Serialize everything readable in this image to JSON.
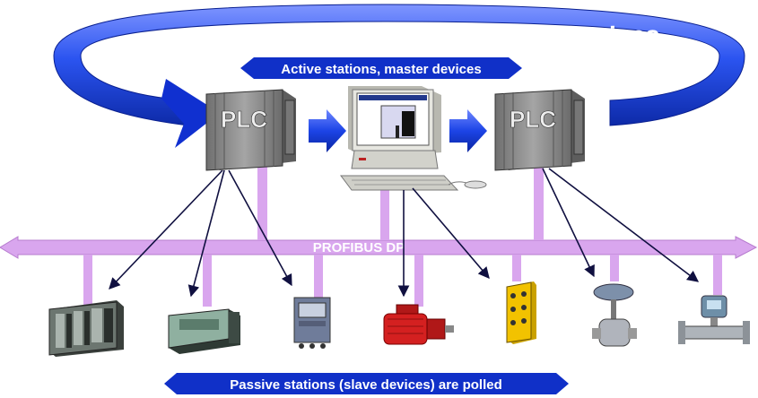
{
  "diagram": {
    "ring_title": "Logical token ring between master devices",
    "master_banner": "Active stations, master devices",
    "bus_label": "PROFIBUS DP",
    "slave_banner": "Passive stations (slave devices) are polled",
    "plc_left_text": "PLC",
    "plc_right_text": "PLC"
  },
  "colors": {
    "ring_blue": "#1a45d9",
    "ring_light": "#aab8ff",
    "banner_blue": "#1030c8",
    "bus_violet": "#d9a6ee",
    "bus_stroke": "#b77ccf",
    "arrow": "#101040",
    "plc_grey": "#8a8a8a"
  },
  "icons": [
    "plc-left-icon",
    "pc-workstation-icon",
    "plc-right-icon",
    "s7-rack-icon",
    "io-module-icon",
    "analyzer-icon",
    "drive-motor-icon",
    "yellow-io-box-icon",
    "control-valve-icon",
    "flowmeter-icon"
  ]
}
